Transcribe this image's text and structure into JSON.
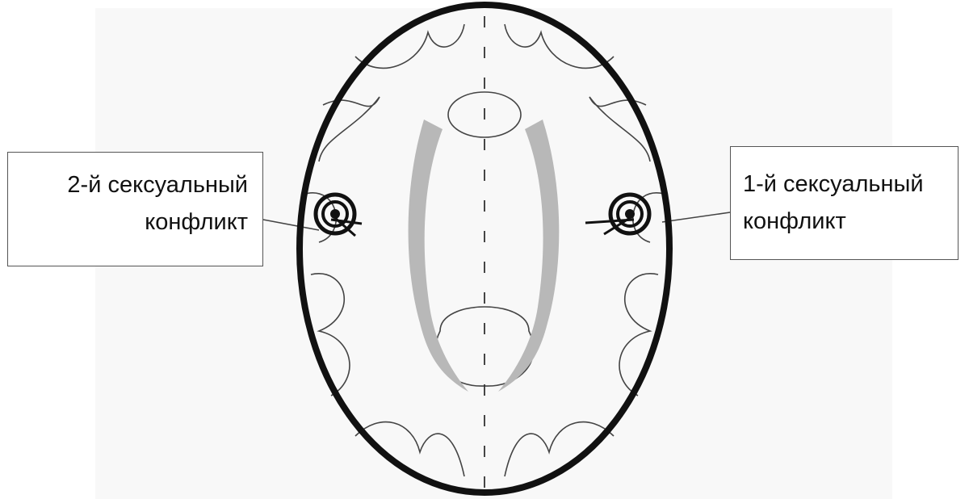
{
  "labels": {
    "left": {
      "line1": "2-й сексуальный",
      "line2": "конфликт"
    },
    "right": {
      "line1": "1-й сексуальный",
      "line2": "конфликт"
    }
  },
  "colors": {
    "outline": "#111111",
    "ventricles": "#b8b8b8",
    "thin_lines": "#444444",
    "background_page": "#f8f8f8"
  }
}
